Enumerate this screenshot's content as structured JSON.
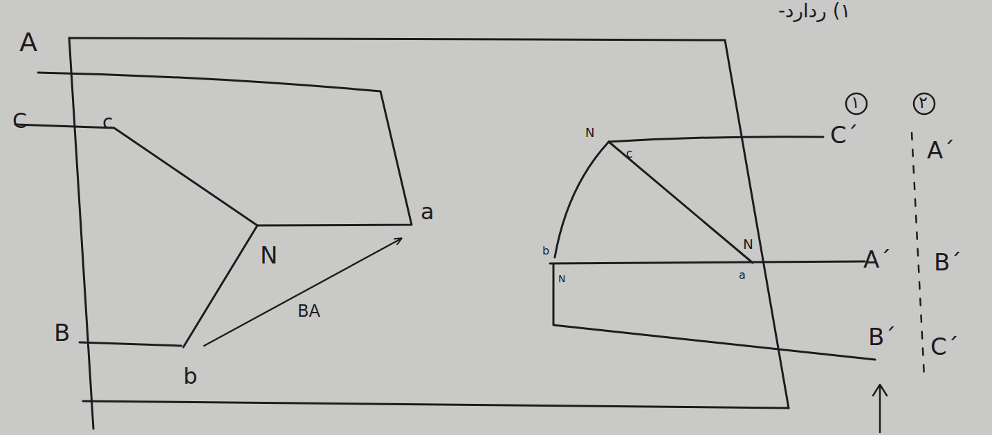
{
  "diagram": {
    "labels": [
      "A",
      "C",
      "c",
      "a",
      "N",
      "B",
      "b",
      "BA",
      "N",
      "c",
      "b",
      "N",
      "N",
      "a",
      "C´",
      "A´",
      "B´",
      "A´",
      "B´",
      "C´",
      "۱) ردارد-",
      "۱",
      "۲"
    ]
  }
}
